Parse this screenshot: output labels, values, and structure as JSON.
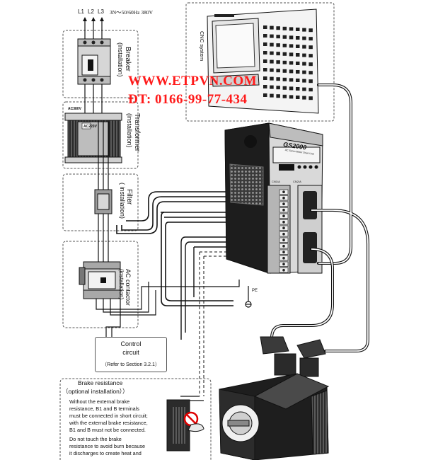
{
  "supply": {
    "phase_labels": [
      "L1",
      "L2",
      "L3"
    ],
    "spec": "3N～50/60Hz  380V"
  },
  "breaker": {
    "title": "Breaker",
    "subtitle": "(installation)"
  },
  "transformer": {
    "title": "Transformer",
    "subtitle": "(installation)",
    "input_label": "AC380V",
    "output_label": "AC220V"
  },
  "filter": {
    "title": "Filter",
    "subtitle": "( installation)"
  },
  "contactor": {
    "title": "AC contactor",
    "subtitle": "(installation)"
  },
  "cnc": {
    "title": "CNC system"
  },
  "drive": {
    "model": "GS2000",
    "subtitle": "AC Servo Motor Drive Unit",
    "port_left": "CN1/A",
    "port_right": "CN2/A",
    "ground_label": "PE"
  },
  "control_circuit": {
    "title": "Control",
    "line2": "circuit",
    "note": "（Refer to Section 3.2.1）"
  },
  "brake_resistance": {
    "title": "Brake resistance",
    "subtitle": "（optional installation））",
    "lines": [
      "Without the external brake",
      "resistance, B1 and B terminals",
      "must be connected in short circuit;",
      "with the external brake resistance,",
      "B1 and B must not be connected.",
      "Do not touch the brake",
      "resistance to avoid burn because",
      "it discharges to create heat and"
    ]
  },
  "watermark": {
    "url": "WWW.ETPVN.COM",
    "phone": "ĐT: 0166-99-77-434"
  },
  "colors": {
    "wire": "#1a1a1a",
    "dashed_box": "#555555",
    "watermark": "#ff1a1a",
    "module_fill": "#e9e9e9",
    "motor_body": "#1e1e1e"
  }
}
